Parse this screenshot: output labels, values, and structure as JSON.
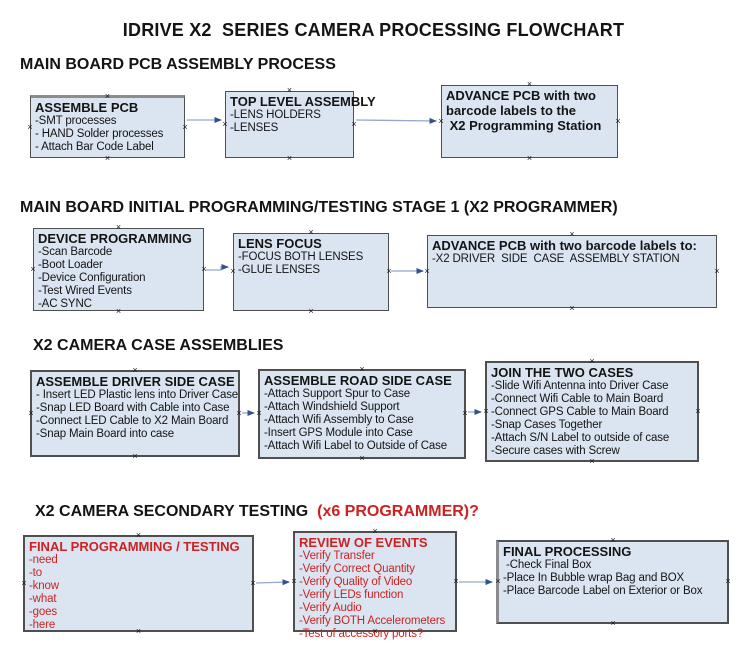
{
  "title": "IDRIVE X2  SERIES CAMERA PROCESSING FLOWCHART",
  "colors": {
    "box_fill": "#dbe5f1",
    "box_border": "#4f4f4f",
    "text_black": "#141414",
    "text_red": "#cc2222",
    "connector_line": "#93a9c7",
    "connector_arrowhead": "#33518e"
  },
  "sections": [
    {
      "header": "MAIN BOARD PCB ASSEMBLY PROCESS",
      "boxes": [
        {
          "title": "ASSEMBLE PCB",
          "lines": [
            "-SMT processes",
            "- HAND Solder processes",
            "- Attach Bar Code Label"
          ]
        },
        {
          "title": "TOP LEVEL ASSEMBLY",
          "lines": [
            "-LENS HOLDERS",
            "-LENSES"
          ]
        },
        {
          "title": "ADVANCE PCB with two\nbarcode labels to the\n X2 Programming Station",
          "lines": []
        }
      ]
    },
    {
      "header": "MAIN BOARD INITIAL PROGRAMMING/TESTING STAGE 1 (X2 PROGRAMMER)",
      "boxes": [
        {
          "title": "DEVICE PROGRAMMING",
          "lines": [
            "-Scan Barcode",
            "-Boot Loader",
            "-Device Configuration",
            "-Test Wired Events",
            "-AC SYNC"
          ]
        },
        {
          "title": "LENS FOCUS",
          "lines": [
            "-FOCUS BOTH LENSES",
            "-GLUE LENSES"
          ]
        },
        {
          "title": "ADVANCE PCB with two barcode labels to:",
          "lines": [
            "-X2 DRIVER  SIDE  CASE  ASSEMBLY STATION"
          ]
        }
      ]
    },
    {
      "header": "X2 CAMERA CASE ASSEMBLIES",
      "boxes": [
        {
          "title": "ASSEMBLE DRIVER SIDE CASE",
          "lines": [
            "- Insert LED Plastic lens into Driver Case",
            "-Snap LED Board with Cable into Case",
            "-Connect LED Cable to X2 Main Board",
            "-Snap Main Board into case"
          ]
        },
        {
          "title": "ASSEMBLE ROAD SIDE CASE",
          "lines": [
            "-Attach Support Spur to Case",
            "-Attach Windshield Support",
            "-Attach Wifi Assembly to Case",
            "-Insert GPS Module into Case",
            "-Attach Wifi Label to Outside of Case"
          ]
        },
        {
          "title": "JOIN THE TWO CASES",
          "lines": [
            "-Slide Wifi Antenna into Driver Case",
            "-Connect Wifi Cable to Main Board",
            "-Connect GPS Cable to Main Board",
            "-Snap Cases Together",
            "-Attach S/N Label to outside of case",
            "-Secure cases with Screw"
          ]
        }
      ]
    },
    {
      "header": "X2 CAMERA SECONDARY TESTING",
      "header_red": "  (x6 PROGRAMMER)?",
      "boxes": [
        {
          "title": "FINAL PROGRAMMING / TESTING",
          "lines": [
            "-need",
            "-to",
            "-know",
            "-what",
            "-goes",
            "-here"
          ]
        },
        {
          "title": "REVIEW OF EVENTS",
          "lines": [
            "-Verify Transfer",
            "-Verify Correct Quantity",
            "-Verify Quality of Video",
            "-Verify LEDs function",
            "-Verify Audio",
            "-Verify BOTH Accelerometers",
            "-Test of accessory ports?"
          ]
        },
        {
          "title": "FINAL PROCESSING",
          "lines": [
            " -Check Final Box",
            "-Place In Bubble wrap Bag and BOX",
            "-Place Barcode Label on Exterior or Box"
          ]
        }
      ]
    }
  ]
}
